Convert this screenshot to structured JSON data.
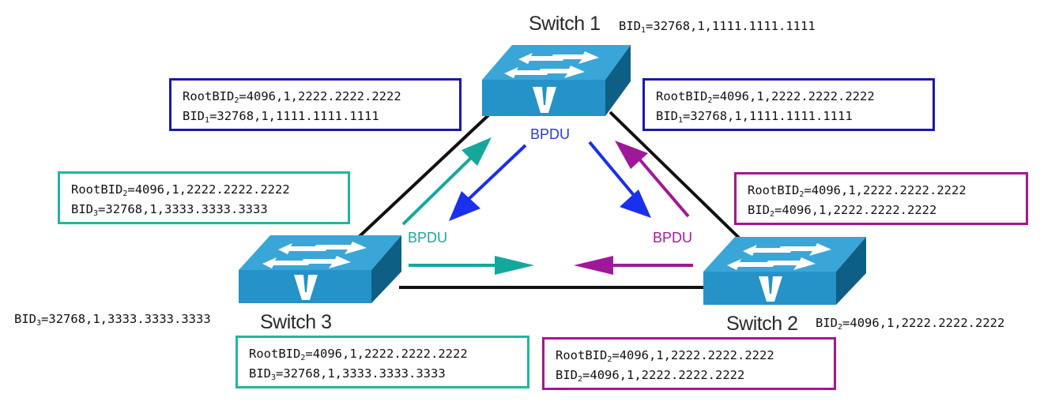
{
  "title": "STP BPDU exchange between three switches",
  "colors": {
    "switch1": "#1a1aa8",
    "switch3": "#1fb89a",
    "switch2": "#a8168e",
    "bpdu_switch1": "#1a2ff0",
    "bpdu_switch3": "#14a89c",
    "bpdu_switch2": "#a0189a",
    "link": "#111111",
    "switch_top": "#3aa6d8",
    "switch_front": "#2592c8",
    "switch_side": "#0e5f86"
  },
  "switches": [
    {
      "id": "switch1",
      "name": "Switch 1",
      "bid_prefix": "BID",
      "bid_sub": "1",
      "bid_value": "=32768,1,1111.1111.1111"
    },
    {
      "id": "switch2",
      "name": "Switch 2",
      "bid_prefix": "BID",
      "bid_sub": "2",
      "bid_value": "=4096,1,2222.2222.2222"
    },
    {
      "id": "switch3",
      "name": "Switch 3",
      "bid_prefix": "BID",
      "bid_sub": "3",
      "bid_value": "=32768,1,3333.3333.3333"
    }
  ],
  "bpdu_labels": {
    "switch1": "BPDU",
    "switch3": "BPDU",
    "switch2": "BPDU"
  },
  "bpdu_boxes": [
    {
      "id": "s1-left",
      "sender": "switch1",
      "root_prefix": "RootBID",
      "root_sub": "2",
      "root_value": "=4096,1,2222.2222.2222",
      "bid_prefix": "BID",
      "bid_sub": "1",
      "bid_value": "=32768,1,1111.1111.1111"
    },
    {
      "id": "s1-right",
      "sender": "switch1",
      "root_prefix": "RootBID",
      "root_sub": "2",
      "root_value": "=4096,1,2222.2222.2222",
      "bid_prefix": "BID",
      "bid_sub": "1",
      "bid_value": "=32768,1,1111.1111.1111"
    },
    {
      "id": "s3-upper",
      "sender": "switch3",
      "root_prefix": "RootBID",
      "root_sub": "2",
      "root_value": "=4096,1,2222.2222.2222",
      "bid_prefix": "BID",
      "bid_sub": "3",
      "bid_value": "=32768,1,3333.3333.3333"
    },
    {
      "id": "s2-upper",
      "sender": "switch2",
      "root_prefix": "RootBID",
      "root_sub": "2",
      "root_value": "=4096,1,2222.2222.2222",
      "bid_prefix": "BID",
      "bid_sub": "2",
      "bid_value": "=4096,1,2222.2222.2222"
    },
    {
      "id": "s3-lower",
      "sender": "switch3",
      "root_prefix": "RootBID",
      "root_sub": "2",
      "root_value": "=4096,1,2222.2222.2222",
      "bid_prefix": "BID",
      "bid_sub": "3",
      "bid_value": "=32768,1,3333.3333.3333"
    },
    {
      "id": "s2-lower",
      "sender": "switch2",
      "root_prefix": "RootBID",
      "root_sub": "2",
      "root_value": "=4096,1,2222.2222.2222",
      "bid_prefix": "BID",
      "bid_sub": "2",
      "bid_value": "=4096,1,2222.2222.2222"
    }
  ],
  "icons": {
    "switch": "layer2-switch-icon",
    "arrow": "bpdu-arrow-icon"
  }
}
